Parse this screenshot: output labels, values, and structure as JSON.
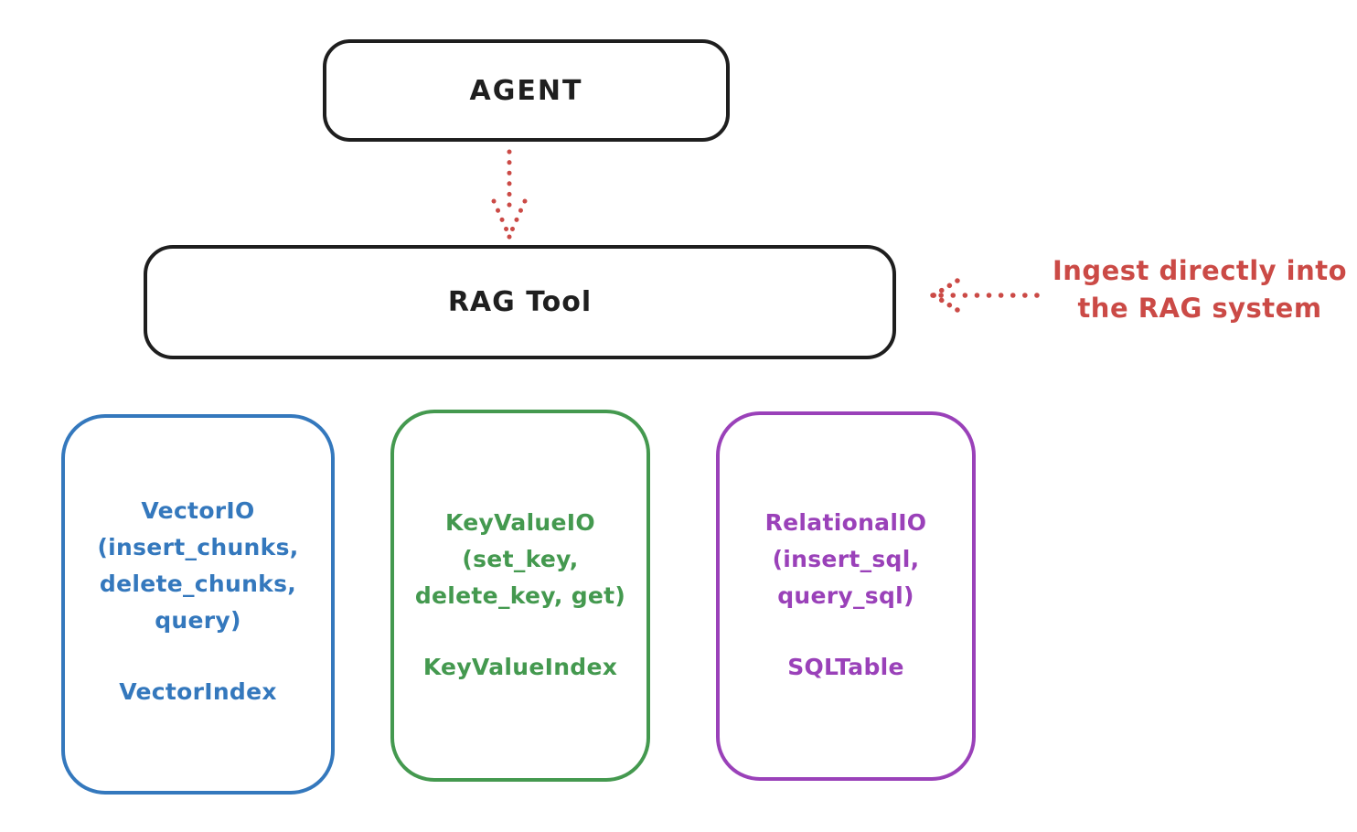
{
  "diagram": {
    "agent": {
      "label": "AGENT"
    },
    "rag_tool": {
      "label": "RAG Tool"
    },
    "annotation": {
      "line1": "Ingest directly into",
      "line2": "the RAG system"
    },
    "stores": [
      {
        "name": "vector-io",
        "color": "#3478bd",
        "lines": [
          "VectorIO",
          "(insert_chunks,",
          "delete_chunks,",
          "query)"
        ],
        "index_label": "VectorIndex"
      },
      {
        "name": "keyvalue-io",
        "color": "#44994f",
        "lines": [
          "KeyValueIO",
          "(set_key,",
          "delete_key, get)"
        ],
        "index_label": "KeyValueIndex"
      },
      {
        "name": "relational-io",
        "color": "#9a41b9",
        "lines": [
          "RelationalIO",
          "(insert_sql,",
          "query_sql)"
        ],
        "index_label": "SQLTable"
      }
    ],
    "colors": {
      "stroke_black": "#1e1e1e",
      "red": "#cb4a46",
      "blue": "#3478bd",
      "green": "#44994f",
      "purple": "#9a41b9",
      "background": "#ffffff"
    }
  }
}
